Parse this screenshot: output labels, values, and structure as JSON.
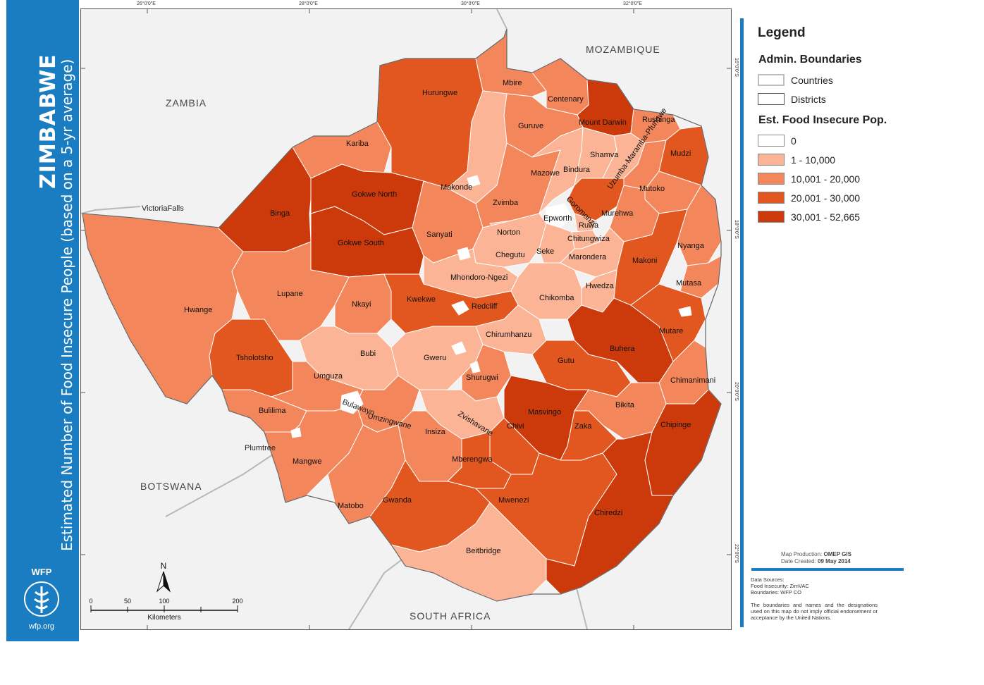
{
  "title": {
    "main": "ZIMBABWE",
    "sub": "Estimated Number of Food Insecure People (based on a 5-yr average)"
  },
  "logo": {
    "org": "WFP",
    "url": "wfp.org"
  },
  "colors": {
    "banner": "#1a7cc1",
    "class_0": "#ffffff",
    "class_1": "#fbb496",
    "class_2": "#f3865a",
    "class_3": "#e2571f",
    "class_4": "#cc3a0c",
    "neighbour": "#f2f2f2",
    "road": "#b8b8b8"
  },
  "graticule": {
    "lon_labels": [
      "26°0'0\"E",
      "28°0'0\"E",
      "30°0'0\"E",
      "32°0'0\"E"
    ],
    "lat_labels": [
      "16°0'0\"S",
      "18°0'0\"S",
      "20°0'0\"S",
      "22°0'0\"S"
    ]
  },
  "countries": [
    "ZAMBIA",
    "MOZAMBIQUE",
    "BOTSWANA",
    "SOUTH AFRICA"
  ],
  "places": [
    "VictoriaFalls",
    "Plumtree",
    "Bulawayo"
  ],
  "districts": [
    {
      "name": "Hurungwe",
      "class": 3
    },
    {
      "name": "Mbire",
      "class": 2
    },
    {
      "name": "Centenary",
      "class": 2
    },
    {
      "name": "Mount Darwin",
      "class": 4
    },
    {
      "name": "Rushinga",
      "class": 2
    },
    {
      "name": "Kariba",
      "class": 2
    },
    {
      "name": "Guruve",
      "class": 2
    },
    {
      "name": "Shamva",
      "class": 1
    },
    {
      "name": "Mudzi",
      "class": 3
    },
    {
      "name": "Mazowe",
      "class": 1
    },
    {
      "name": "Bindura",
      "class": 1
    },
    {
      "name": "Uzumba-Maramba-Pfungwe",
      "class": 2
    },
    {
      "name": "Gokwe North",
      "class": 4
    },
    {
      "name": "Makonde",
      "class": 1
    },
    {
      "name": "Mutoko",
      "class": 2
    },
    {
      "name": "Binga",
      "class": 4
    },
    {
      "name": "Zvimba",
      "class": 2
    },
    {
      "name": "Goromonzi",
      "class": 3
    },
    {
      "name": "Murehwa",
      "class": 2
    },
    {
      "name": "Epworth",
      "class": 0
    },
    {
      "name": "Ruwa",
      "class": 1
    },
    {
      "name": "Sanyati",
      "class": 2
    },
    {
      "name": "Norton",
      "class": 1
    },
    {
      "name": "Chitungwiza",
      "class": 1
    },
    {
      "name": "Gokwe South",
      "class": 4
    },
    {
      "name": "Nyanga",
      "class": 2
    },
    {
      "name": "Chegutu",
      "class": 1
    },
    {
      "name": "Seke",
      "class": 1
    },
    {
      "name": "Marondera",
      "class": 1
    },
    {
      "name": "Makoni",
      "class": 3
    },
    {
      "name": "Mhondoro-Ngezi",
      "class": 1
    },
    {
      "name": "Mutasa",
      "class": 2
    },
    {
      "name": "Hwedza",
      "class": 1
    },
    {
      "name": "Lupane",
      "class": 2
    },
    {
      "name": "Kwekwe",
      "class": 3
    },
    {
      "name": "Redcliff",
      "class": 0
    },
    {
      "name": "Chikomba",
      "class": 1
    },
    {
      "name": "Nkayi",
      "class": 2
    },
    {
      "name": "Hwange",
      "class": 2
    },
    {
      "name": "Mutare",
      "class": 3
    },
    {
      "name": "Chirumhanzu",
      "class": 1
    },
    {
      "name": "Buhera",
      "class": 4
    },
    {
      "name": "Tsholotsho",
      "class": 3
    },
    {
      "name": "Bubi",
      "class": 1
    },
    {
      "name": "Gweru",
      "class": 1
    },
    {
      "name": "Gutu",
      "class": 3
    },
    {
      "name": "Umguza",
      "class": 2
    },
    {
      "name": "Shurugwi",
      "class": 2
    },
    {
      "name": "Chimanimani",
      "class": 2
    },
    {
      "name": "Masvingo",
      "class": 4
    },
    {
      "name": "Bikita",
      "class": 2
    },
    {
      "name": "Bulilima",
      "class": 2
    },
    {
      "name": "Umzingwane",
      "class": 2
    },
    {
      "name": "Zvishavane",
      "class": 1
    },
    {
      "name": "Chivi",
      "class": 3
    },
    {
      "name": "Zaka",
      "class": 3
    },
    {
      "name": "Chipinge",
      "class": 4
    },
    {
      "name": "Insiza",
      "class": 2
    },
    {
      "name": "Mberengwa",
      "class": 3
    },
    {
      "name": "Mangwe",
      "class": 2
    },
    {
      "name": "Gwanda",
      "class": 3
    },
    {
      "name": "Mwenezi",
      "class": 3
    },
    {
      "name": "Matobo",
      "class": 2
    },
    {
      "name": "Chiredzi",
      "class": 4
    },
    {
      "name": "Beitbridge",
      "class": 1
    }
  ],
  "north_arrow": "N",
  "scale": {
    "ticks": [
      "0",
      "50",
      "100",
      "200"
    ],
    "unit": "Kilometers"
  },
  "legend": {
    "title": "Legend",
    "admin_title": "Admin. Boundaries",
    "admin_items": [
      "Countries",
      "Districts"
    ],
    "food_title": "Est. Food Insecure Pop.",
    "classes": [
      "0",
      "1 - 10,000",
      "10,001 - 20,000",
      "20,001 - 30,000",
      "30,001 - 52,665"
    ]
  },
  "production": {
    "label1": "Map Production:",
    "value1": "OMEP GIS",
    "label2": "Date Created:",
    "value2": "09 May 2014"
  },
  "sources": {
    "title": "Data Sources:",
    "line1": "Food Insecurity: ZimVAC",
    "line2": "Boundaries: WFP CO",
    "disclaimer": "The boundaries and names and the designations used on this map do not imply official endorsement or acceptance by the United Nations."
  }
}
